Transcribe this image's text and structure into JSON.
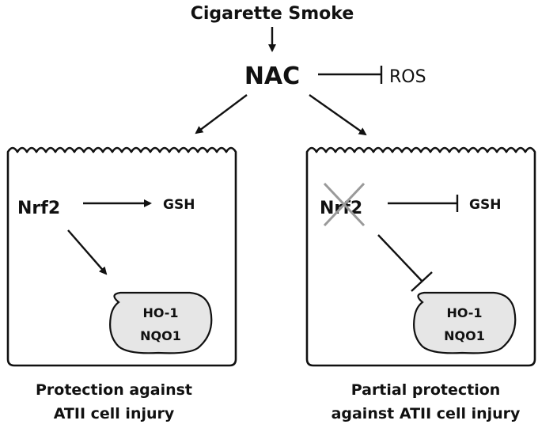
{
  "diagram": {
    "source": "Cigarette Smoke",
    "mediator": "NAC",
    "inhibited": "ROS",
    "left_cell": {
      "factor": "Nrf2",
      "target": "GSH",
      "nucleus_lines": [
        "HO-1",
        "NQO1"
      ],
      "caption_lines": [
        "Protection against",
        "ATII cell injury"
      ]
    },
    "right_cell": {
      "factor": "Nrf2",
      "target": "GSH",
      "nucleus_lines": [
        "HO-1",
        "NQO1"
      ],
      "caption_lines": [
        "Partial protection",
        "against ATII cell injury"
      ]
    },
    "colors": {
      "stroke": "#111111",
      "nucleus_fill": "#e6e6e6",
      "knockout_cross": "#9a9a9a"
    }
  }
}
